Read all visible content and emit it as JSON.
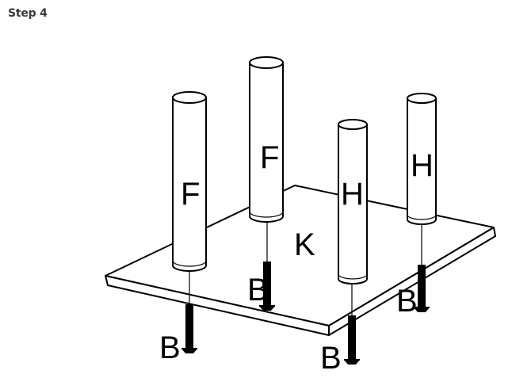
{
  "header": {
    "step_title": "Step 4"
  },
  "diagram": {
    "labels": {
      "leg_front_left": "F",
      "leg_back_left": "F",
      "leg_front_right": "H",
      "leg_back_right": "H",
      "board": "K",
      "screw_back_left": "B",
      "screw_back_right": "B",
      "screw_front_left": "B",
      "screw_front_right": "B"
    },
    "colors": {
      "line": "#000000",
      "background": "#ffffff"
    }
  }
}
